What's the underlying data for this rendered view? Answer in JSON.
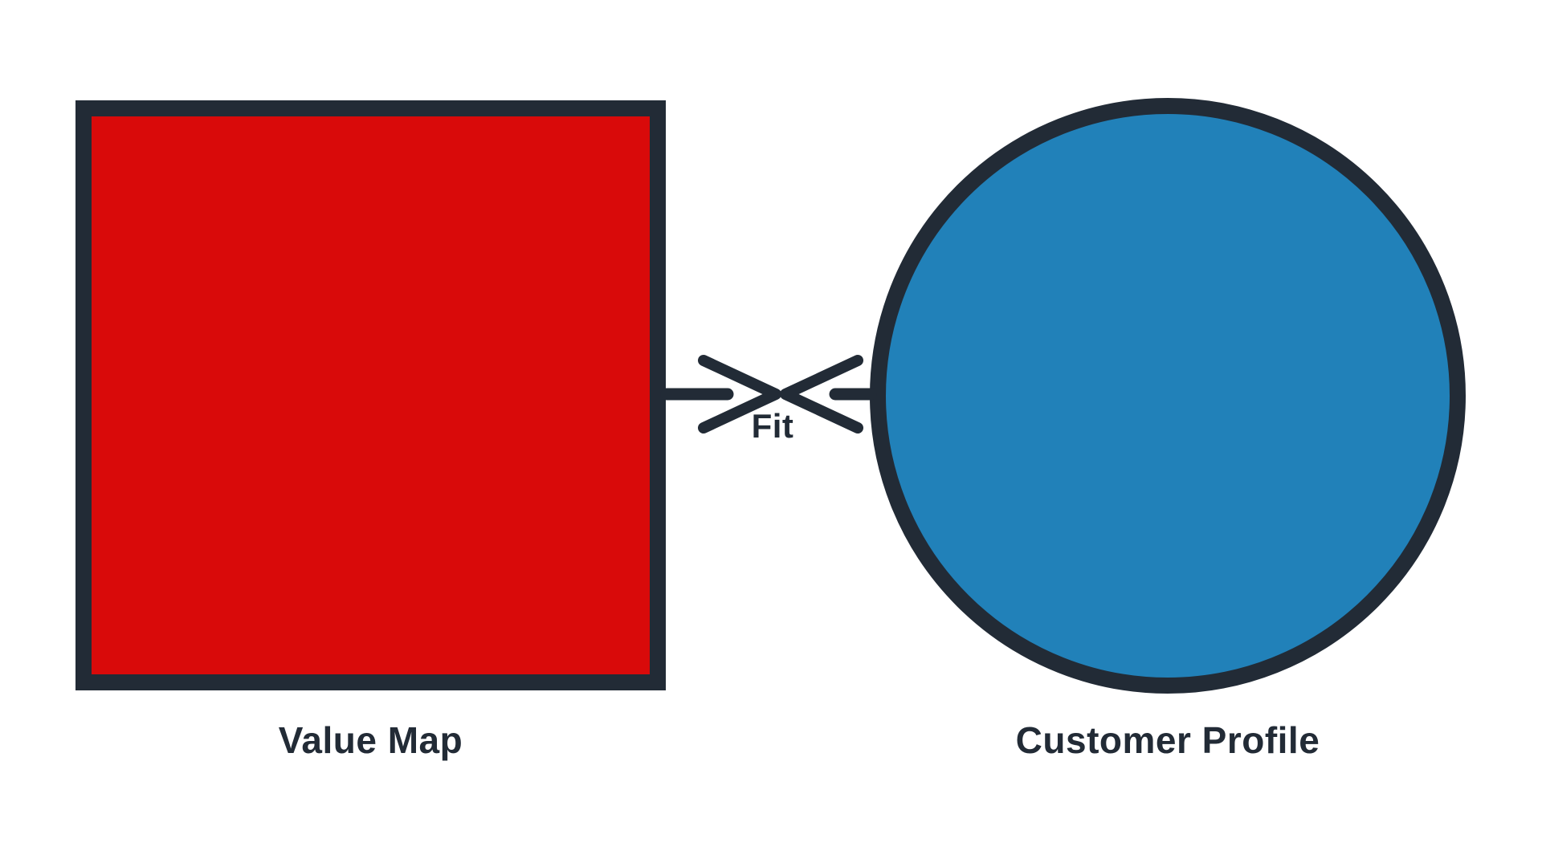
{
  "colors": {
    "outline": "#222B36",
    "background": "#FFFFFF"
  },
  "shapes": {
    "value_map": {
      "label": "Value Map",
      "shape": "square",
      "fill": "#D90A0A"
    },
    "customer_profile": {
      "label": "Customer Profile",
      "shape": "circle",
      "fill": "#2181B9"
    }
  },
  "connector": {
    "label": "Fit",
    "type": "two-arrows-pointing-inward"
  }
}
